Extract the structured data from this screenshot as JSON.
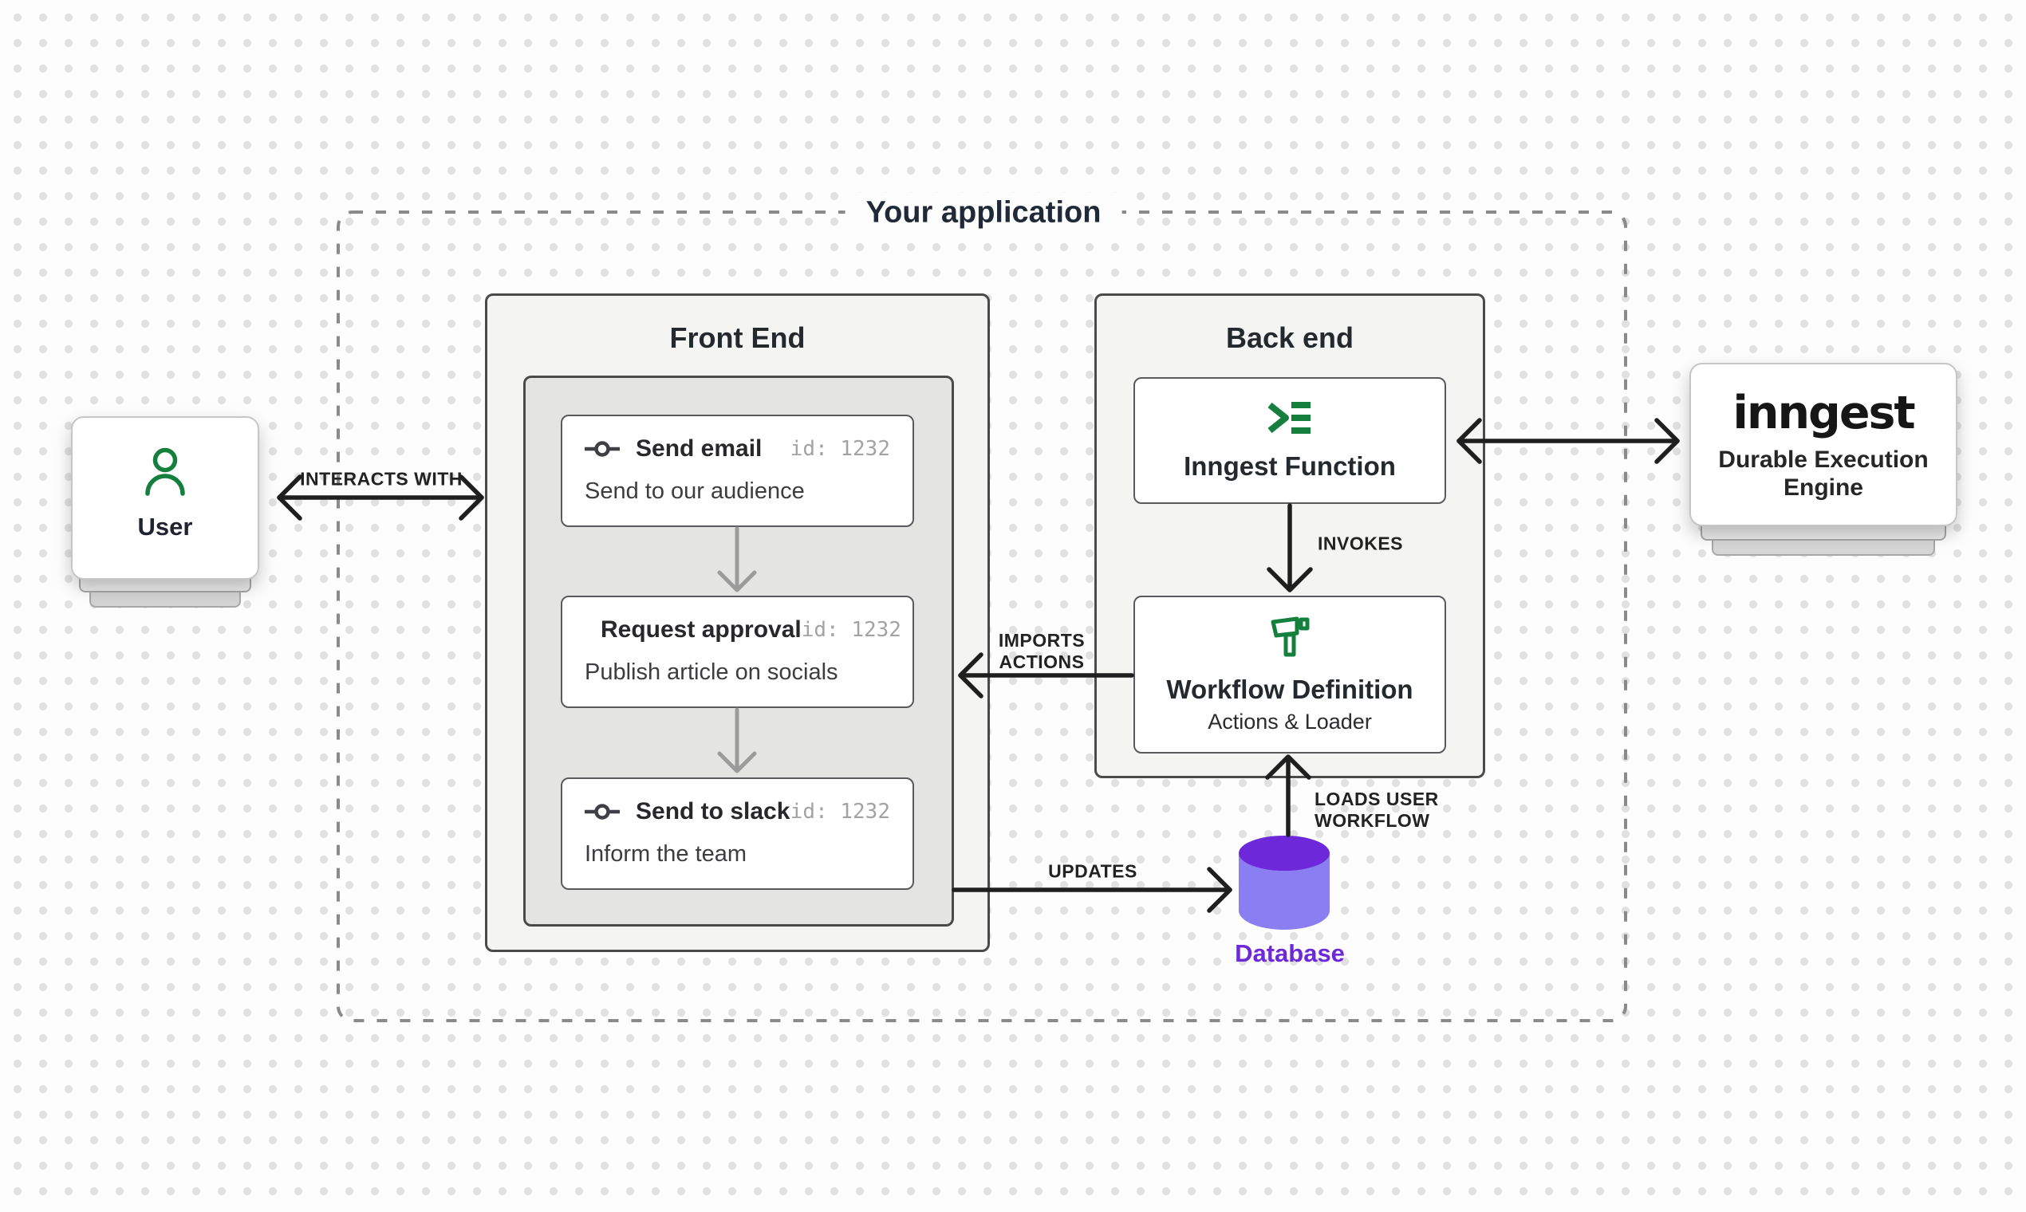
{
  "app": {
    "title": "Your application"
  },
  "user": {
    "label": "User"
  },
  "front_end": {
    "title": "Front End",
    "cards": [
      {
        "title": "Send email",
        "id": "id: 1232",
        "description": "Send to our audience"
      },
      {
        "title": "Request approval",
        "id": "id: 1232",
        "description": "Publish article on socials"
      },
      {
        "title": "Send to slack",
        "id": "id: 1232",
        "description": "Inform the team"
      }
    ]
  },
  "back_end": {
    "title": "Back end",
    "inngest_function": {
      "title": "Inngest Function"
    },
    "workflow_definition": {
      "title": "Workflow Definition",
      "subtitle": "Actions & Loader"
    }
  },
  "database": {
    "label": "Database"
  },
  "engine": {
    "brand": "inngest",
    "subtitle": "Durable Execution Engine"
  },
  "labels": {
    "interacts_with": "INTERACTS WITH",
    "invokes": "INVOKES",
    "imports": "IMPORTS",
    "actions": "ACTIONS",
    "updates": "UPDATES",
    "loads_user": "LOADS USER",
    "workflow": "WORKFLOW"
  },
  "colors": {
    "brand_green": "#15803d",
    "database_top": "#6d28d9",
    "database_body": "#8b7ef2",
    "arrow_black": "#1f1f1f",
    "arrow_gray": "#9b9b9b",
    "dashed_border": "#8a8a8a"
  }
}
